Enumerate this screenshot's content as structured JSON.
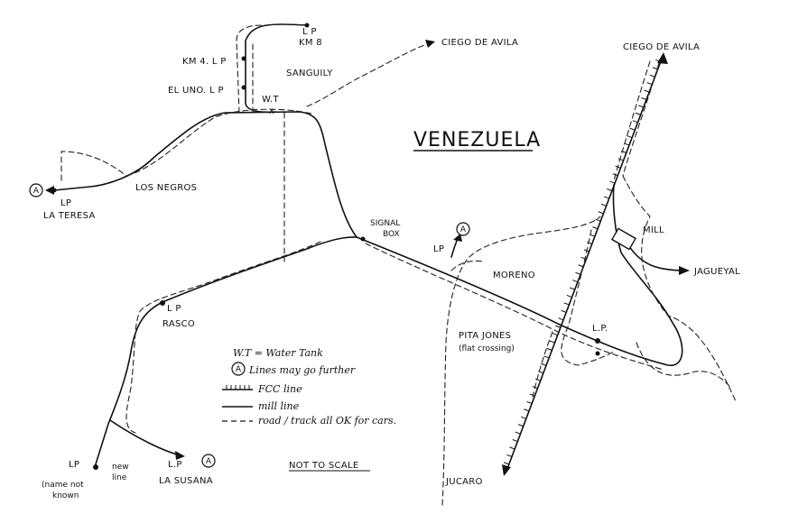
{
  "title": "VENEZUELA",
  "places": {
    "lp_km8": "L P",
    "km8": "KM 8",
    "km4": "KM 4. L P",
    "el_uno": "EL UNO. L P",
    "wt": "W.T",
    "sanguily": "SANGUILY",
    "ciego_top": "CIEGO DE AVILA",
    "ciego_right": "CIEGO DE AVILA",
    "lp_teresa": "LP",
    "la_teresa": "LA TERESA",
    "los_negros": "LOS NEGROS",
    "signal_box_1": "SIGNAL",
    "signal_box_2": "BOX",
    "lp_moreno": "LP",
    "moreno": "MORENO",
    "mill": "MILL",
    "jagueyal": "JAGUEYAL",
    "lp_rasco": "L P",
    "rasco": "RASCO",
    "pita_jones_1": "PITA JONES",
    "pita_jones_2": "(flat crossing)",
    "lp_east": "L.P.",
    "lp_unknown": "LP",
    "name_not_known_1": "(name not",
    "name_not_known_2": "known",
    "new_line_1": "new",
    "new_line_2": "line",
    "lp_susana": "L.P",
    "la_susana": "LA SUSANA",
    "jucaro": "JUCARO",
    "not_to_scale": "NOT TO SCALE"
  },
  "circle_marker": "A",
  "legend": {
    "wt": "W.T = Water Tank",
    "lines_further": "Lines may go further",
    "fcc": "FCC line",
    "mill": "mill line",
    "road": "road / track all OK for cars."
  },
  "colors": {
    "ink": "#111111",
    "paper": "#ffffff"
  }
}
